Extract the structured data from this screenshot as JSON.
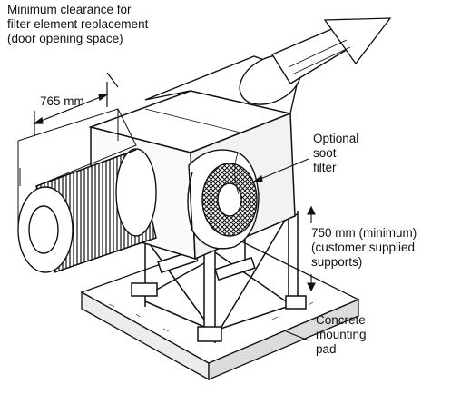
{
  "labels": {
    "clearance": {
      "lines": [
        "Minimum clearance for",
        "filter element replacement",
        "(door opening space)"
      ]
    },
    "dimension_765": "765 mm",
    "soot_filter": {
      "lines": [
        "Optional",
        "soot",
        "filter"
      ]
    },
    "supports": {
      "lines": [
        "750 mm (minimum)",
        "(customer supplied",
        "supports)"
      ]
    },
    "pad": {
      "lines": [
        "Concrete",
        "mounting",
        "pad"
      ]
    }
  },
  "colors": {
    "ink": "#111111",
    "paper": "#ffffff",
    "shade": "#cfcfcf"
  }
}
